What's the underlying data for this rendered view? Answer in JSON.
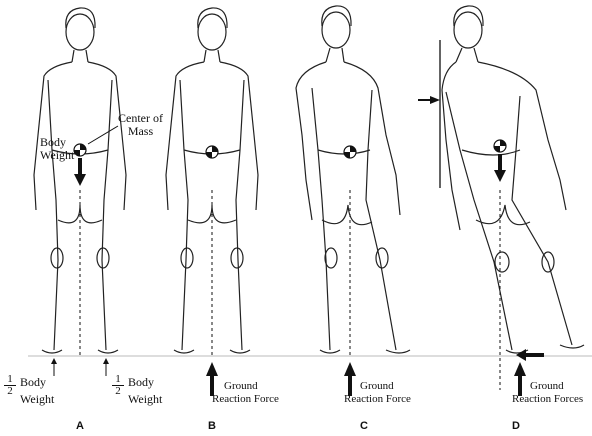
{
  "labels": {
    "center_of_mass": [
      "Center of",
      "Mass"
    ],
    "body_weight_top": [
      "Body",
      "Weight"
    ],
    "half_body_weight_left": [
      "Body",
      "Weight"
    ],
    "half_body_weight_right": [
      "Body",
      "Weight"
    ],
    "fraction_num": "1",
    "fraction_den": "2",
    "grf_b": [
      "Ground",
      "Reaction Force"
    ],
    "grf_c": [
      "Ground",
      "Reaction Force"
    ],
    "grf_d": [
      "Ground",
      "Reaction Forces"
    ]
  },
  "panels": [
    "A",
    "B",
    "C",
    "D"
  ]
}
